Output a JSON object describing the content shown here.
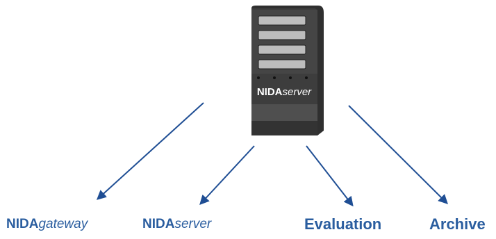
{
  "server": {
    "label_bold": "NIDA",
    "label_italic": "server",
    "colors": {
      "body": "#3a3a3a",
      "top": "#4a4a4a",
      "front": "#555555",
      "slot": "#bdbdbd",
      "label": "#ffffff"
    }
  },
  "targets": [
    {
      "bold": "NIDA",
      "italic": "gateway"
    },
    {
      "bold": "NIDA",
      "italic": "server"
    },
    {
      "bold": "Evaluation",
      "italic": ""
    },
    {
      "bold": "Archive",
      "italic": ""
    }
  ],
  "arrow_color": "#1f4e94",
  "label_color": "#2a5d9f"
}
